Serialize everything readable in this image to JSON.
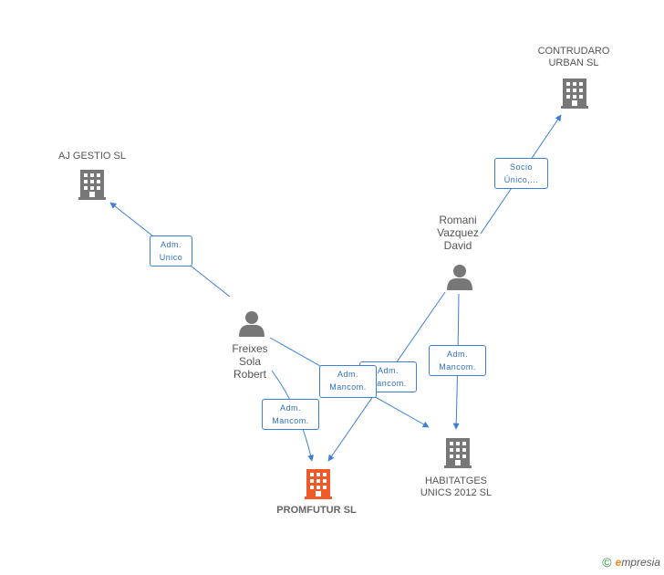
{
  "nodes": {
    "contrudaro": {
      "label": "CONTRUDARO\nURBAN  SL",
      "kind": "company"
    },
    "ajgestio": {
      "label": "AJ GESTIO SL",
      "kind": "company"
    },
    "romani": {
      "label": "Romani\nVazquez\nDavid",
      "kind": "person"
    },
    "freixes": {
      "label": "Freixes\nSola\nRobert",
      "kind": "person"
    },
    "promfutur": {
      "label": "PROMFUTUR SL",
      "kind": "company-focus"
    },
    "habitatges": {
      "label": "HABITATGES\nUNICS 2012 SL",
      "kind": "company"
    }
  },
  "edges": {
    "romani_contrudaro": "Socio\nÚnico,...",
    "freixes_ajgestio": "Adm.\nUnico",
    "freixes_habitatges": "Adm.\nMancom.",
    "romani_promfutur": "Adm.\nMancom.",
    "romani_habitatges": "Adm.\nMancom.",
    "freixes_promfutur": "Adm.\nMancom."
  },
  "colors": {
    "edge": "#3d7fd4",
    "company_icon": "#777777",
    "focus_icon": "#f05a28",
    "person_icon": "#777777"
  },
  "footer": {
    "copyright": "©",
    "brand_initial": "e",
    "brand_rest": "mpresia"
  }
}
